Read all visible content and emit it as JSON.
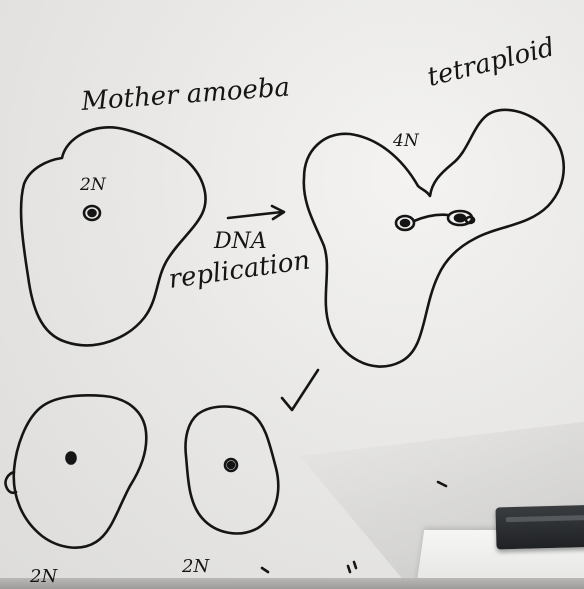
{
  "labels": {
    "mother": "Mother amoeba",
    "tetraploid": "tetraploid",
    "ploidy_2n": "2N",
    "ploidy_4n": "4N",
    "dna": "DNA",
    "replication": "replication",
    "daughter_left": "2N",
    "daughter_right": "2N"
  },
  "ink_color": "#151515"
}
